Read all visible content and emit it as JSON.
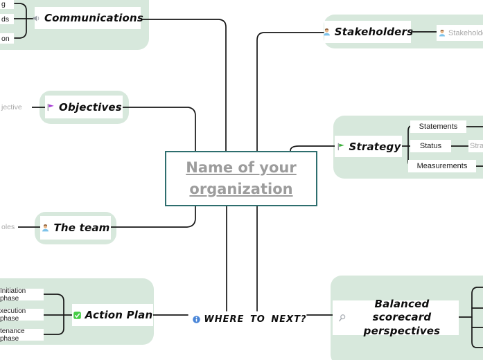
{
  "colors": {
    "cloud_background": "#d7e8dc",
    "connector_line": "#161616",
    "center_border": "#2e6e6e",
    "center_text": "#9c9c9c",
    "muted_child_text": "#a9a9a9",
    "flag_purple": "#a63bd4",
    "flag_green": "#3aaf3a",
    "check_green": "#45cc45",
    "info_blue": "#4a86d8",
    "icon_grey": "#9aa0a6"
  },
  "center": {
    "label": "Name of your organization"
  },
  "branches": {
    "communications": {
      "label": "Communications",
      "icon": "speaker-icon"
    },
    "stakeholders": {
      "label": "Stakeholders",
      "icon": "person-icon"
    },
    "objectives": {
      "label": "Objectives",
      "icon": "flag-purple-icon"
    },
    "strategy": {
      "label": "Strategy",
      "icon": "flag-green-icon"
    },
    "team": {
      "label": "The team",
      "icon": "person-icon"
    },
    "action_plan": {
      "label": "Action Plan",
      "icon": "check-icon"
    },
    "where_next": {
      "label": "WHERE TO NEXT?",
      "icon": "info-icon"
    },
    "balanced_scorecard": {
      "label": "Balanced scorecard perspectives",
      "icon": "magnifier-icon"
    }
  },
  "children": {
    "communications_left": [
      "g",
      "ds",
      "on"
    ],
    "objectives_left": "jective",
    "team_left": "oles",
    "action_plan_left": [
      "Initiation phase",
      "xecution phase",
      "tenance phase"
    ],
    "stakeholders_right": "Stakeholder",
    "strategy_right": [
      "Statements",
      "Status",
      "Measurements"
    ],
    "status_right": "Stra"
  }
}
